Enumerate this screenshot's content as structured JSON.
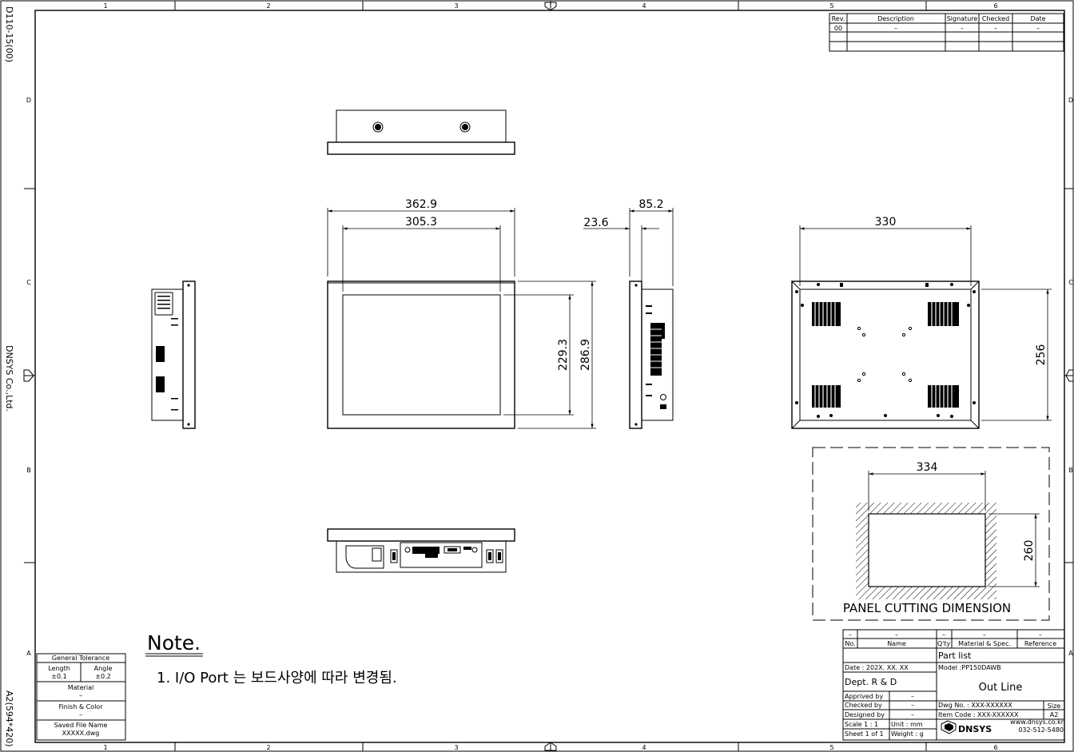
{
  "frame": {
    "columns": [
      "1",
      "2",
      "3",
      "4",
      "5",
      "6"
    ],
    "rows": [
      "D",
      "C",
      "B",
      "A"
    ],
    "doc_code": "D110-15(00)",
    "company": "DNSYS Co.,Ltd.",
    "sheet_format": "A2(594*420)"
  },
  "revision_table": {
    "headers": [
      "Rev.",
      "Description",
      "Signature",
      "Checked",
      "Date"
    ],
    "rows": [
      [
        "00",
        "–",
        "–",
        "–",
        "–"
      ]
    ]
  },
  "dimensions": {
    "front_width_outer": "362.9",
    "front_width_inner": "305.3",
    "front_height_inner": "229.3",
    "front_height_outer": "286.9",
    "side_depth": "85.2",
    "side_front": "23.6",
    "rear_width": "330",
    "rear_height": "256",
    "cut_width": "334",
    "cut_height": "260"
  },
  "cutout": {
    "title": "PANEL CUTTING DIMENSION"
  },
  "note": {
    "title": "Note.",
    "items": [
      "1.   I/O Port  는 보드사양에 따라 변경됨."
    ]
  },
  "tolerance": {
    "title": "General Tolerance",
    "length_label": "Length",
    "length_value": "±0.1",
    "angle_label": "Angle",
    "angle_value": "±0.2",
    "material_label": "Material",
    "material_value": "–",
    "finish_label": "Finish & Color",
    "finish_value": "–",
    "saved_label": "Saved File Name",
    "saved_value": "XXXXX.dwg"
  },
  "parts_list": {
    "dash": "–",
    "no_label": "No.",
    "name_label": "Name",
    "qty_label": "Q'ty",
    "material_label": "Material & Spec.",
    "reference_label": "Reference",
    "title": "Part list"
  },
  "title_block": {
    "date": "Date : 202X. XX. XX",
    "model": "Model :PP150DAWB",
    "dept": "Dept.  R & D",
    "drawing_title": "Out Line",
    "approved_by": "Apprived by",
    "checked_by": "Checked by",
    "designed_by": "Designed by",
    "dash": "–",
    "dwg_no": "Dwg No. : XXX-XXXXXX",
    "item_code": "Item Code : XXX-XXXXXX",
    "size_label": "Size",
    "size_value": "A2",
    "scale": "Scale 1 : 1",
    "unit": "Unit : mm",
    "sheet": "Sheet 1 of 1",
    "weight": "Weight : g",
    "logo_text": "DNSYS",
    "website": "www.dnsys.co.kr",
    "phone": "032-512-5480"
  }
}
